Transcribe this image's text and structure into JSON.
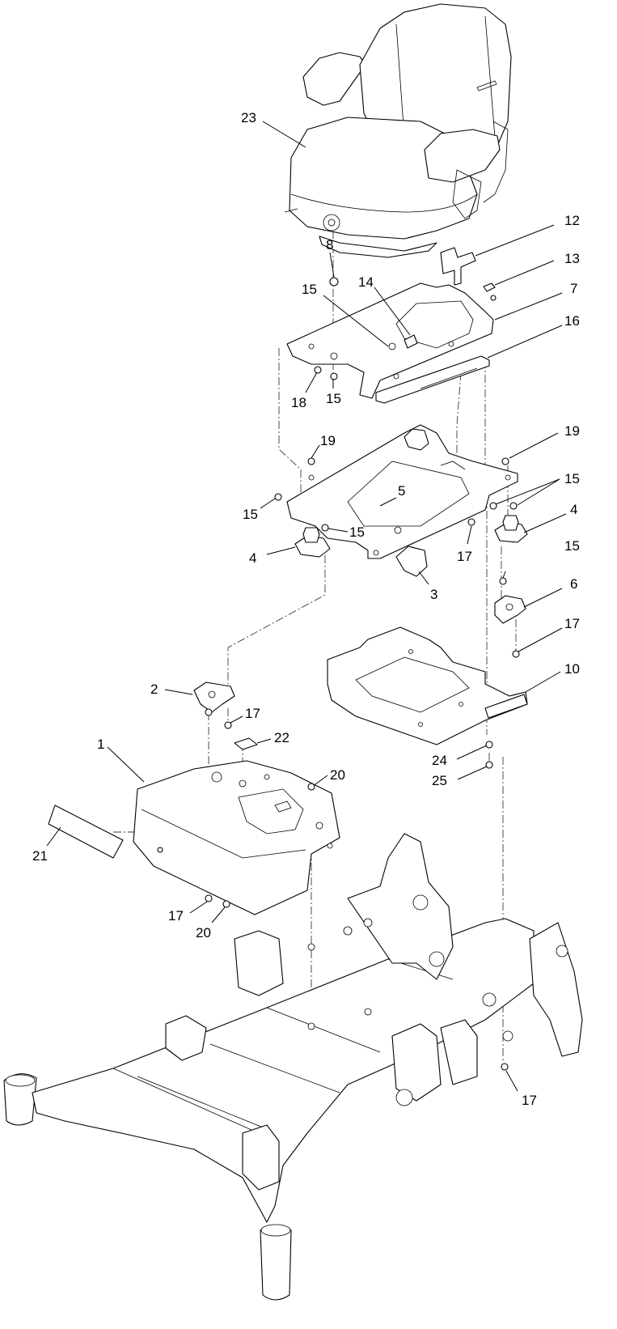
{
  "callouts": [
    {
      "id": "c23",
      "text": "23"
    },
    {
      "id": "c12",
      "text": "12"
    },
    {
      "id": "c8",
      "text": "8"
    },
    {
      "id": "c13",
      "text": "13"
    },
    {
      "id": "c14",
      "text": "14"
    },
    {
      "id": "c15a",
      "text": "15"
    },
    {
      "id": "c7",
      "text": "7"
    },
    {
      "id": "c16",
      "text": "16"
    },
    {
      "id": "c18",
      "text": "18"
    },
    {
      "id": "c15b",
      "text": "15"
    },
    {
      "id": "c19a",
      "text": "19"
    },
    {
      "id": "c19b",
      "text": "19"
    },
    {
      "id": "c5",
      "text": "5"
    },
    {
      "id": "c15c",
      "text": "15"
    },
    {
      "id": "c15d",
      "text": "15"
    },
    {
      "id": "c4a",
      "text": "4"
    },
    {
      "id": "c15e",
      "text": "15"
    },
    {
      "id": "c4b",
      "text": "4"
    },
    {
      "id": "c17a",
      "text": "17"
    },
    {
      "id": "c3",
      "text": "3"
    },
    {
      "id": "c15f",
      "text": "15"
    },
    {
      "id": "c6",
      "text": "6"
    },
    {
      "id": "c17b",
      "text": "17"
    },
    {
      "id": "c10",
      "text": "10"
    },
    {
      "id": "c2",
      "text": "2"
    },
    {
      "id": "c17c",
      "text": "17"
    },
    {
      "id": "c22",
      "text": "22"
    },
    {
      "id": "c1",
      "text": "1"
    },
    {
      "id": "c24",
      "text": "24"
    },
    {
      "id": "c20a",
      "text": "20"
    },
    {
      "id": "c25",
      "text": "25"
    },
    {
      "id": "c21",
      "text": "21"
    },
    {
      "id": "c17d",
      "text": "17"
    },
    {
      "id": "c20b",
      "text": "20"
    },
    {
      "id": "c17e",
      "text": "17"
    }
  ]
}
